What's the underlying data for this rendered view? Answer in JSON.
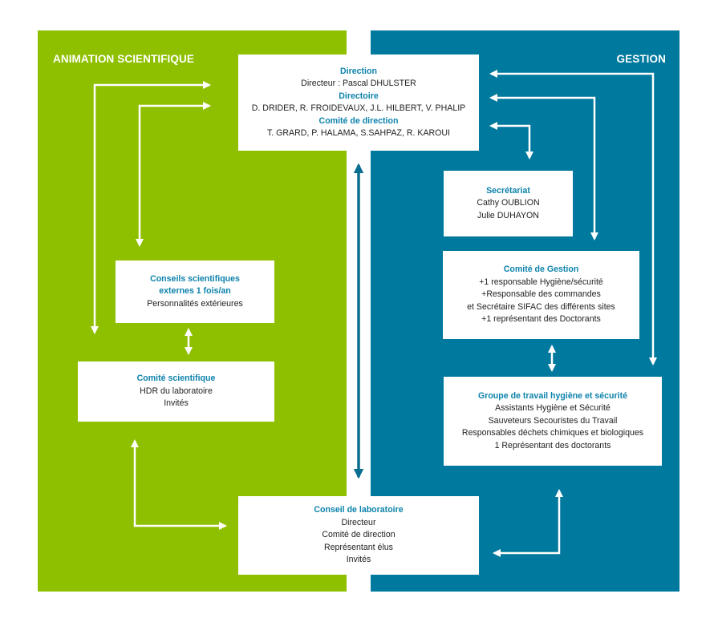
{
  "colors": {
    "left_panel": "#8fc000",
    "right_panel": "#00799e",
    "heading_text": "#0d82ab",
    "arrow_white": "#ffffff",
    "arrow_blue": "#0a6e91"
  },
  "sections": {
    "left_title": "ANIMATION SCIENTIFIQUE",
    "right_title": "GESTION"
  },
  "direction_box": {
    "heading1": "Direction",
    "line1": "Directeur : Pascal DHULSTER",
    "heading2": "Directoire",
    "line2": "D. DRIDER, R. FROIDEVAUX, J.L. HILBERT, V. PHALIP",
    "heading3": "Comité de direction",
    "line3": "T. GRARD, P. HALAMA, S.SAHPAZ, R. KAROUI"
  },
  "secretariat_box": {
    "heading": "Secrétariat",
    "lines": [
      "Cathy OUBLION",
      "Julie DUHAYON"
    ]
  },
  "comite_gestion_box": {
    "heading": "Comité de Gestion",
    "lines": [
      "+1 responsable Hygiène/sécurité",
      "+Responsable des commandes",
      "et Secrétaire SIFAC des différents sites",
      "+1 représentant des Doctorants"
    ]
  },
  "groupe_hygiene_box": {
    "heading": "Groupe de travail hygiène et sécurité",
    "lines": [
      "Assistants Hygiène et Sécurité",
      "Sauveteurs Secouristes du Travail",
      "Responsables déchets chimiques et biologiques",
      "1 Représentant des doctorants"
    ]
  },
  "conseils_box": {
    "heading1": "Conseils scientifiques",
    "heading2": "externes 1 fois/an",
    "line": "Personnalités extérieures"
  },
  "comite_scientifique_box": {
    "heading": "Comité scientifique",
    "lines": [
      "HDR du laboratoire",
      "Invités"
    ]
  },
  "conseil_labo_box": {
    "heading": "Conseil de laboratoire",
    "lines": [
      "Directeur",
      "Comité de direction",
      "Représentant élus",
      "Invités"
    ]
  }
}
